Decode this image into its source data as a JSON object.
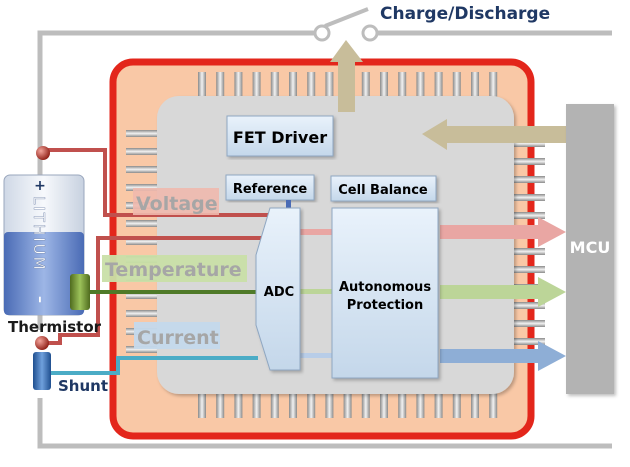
{
  "labels": {
    "charge_discharge": "Charge/Discharge",
    "fet_driver": "FET Driver",
    "reference": "Reference",
    "cell_balance": "Cell Balance",
    "adc": "ADC",
    "autonomous_line1": "Autonomous",
    "autonomous_line2": "Protection",
    "mcu": "MCU",
    "voltage": "Voltage",
    "temperature": "Temperature",
    "current": "Current",
    "thermistor": "Thermistor",
    "shunt": "Shunt",
    "battery_plus": "+",
    "battery_text": "LITHIUM",
    "battery_minus": "–"
  },
  "colors": {
    "voltage": "#c0504d",
    "temperature": "#4f7a28",
    "current": "#4bacc6",
    "chip_border": "#e3261b",
    "chip_bg": "#f8c9a8",
    "die": "#d6d6d6",
    "mcu": "#b3b3b3",
    "arrow_tan": "#c8bd9a",
    "label_navy": "#1f3864"
  }
}
